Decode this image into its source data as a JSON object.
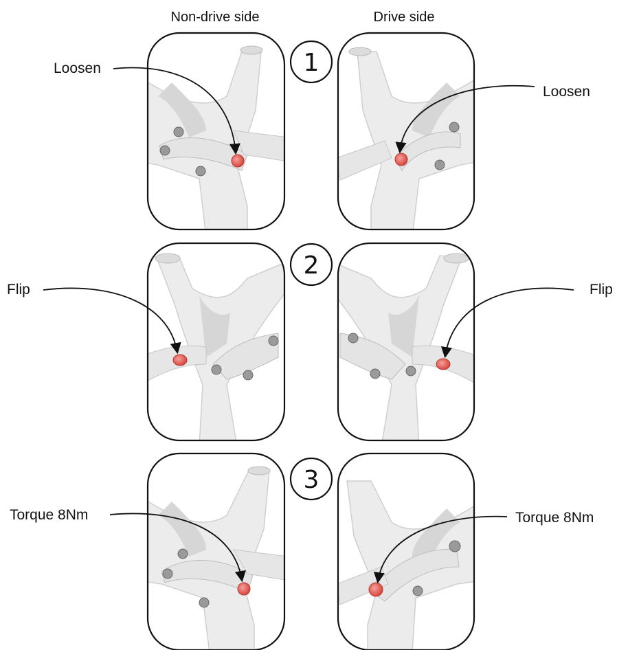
{
  "columns": {
    "left": "Non-drive side",
    "right": "Drive side"
  },
  "steps": [
    {
      "number": "1",
      "left_label": "Loosen",
      "right_label": "Loosen"
    },
    {
      "number": "2",
      "left_label": "Flip",
      "right_label": "Flip"
    },
    {
      "number": "3",
      "left_label": "Torque 8Nm",
      "right_label": "Torque 8Nm"
    }
  ],
  "colors": {
    "frame": "#ececec",
    "frame_shade": "#d3d3d3",
    "bolt_highlight": "#e8574f",
    "bolt_regular": "#9a9a9a",
    "line": "#111111"
  }
}
